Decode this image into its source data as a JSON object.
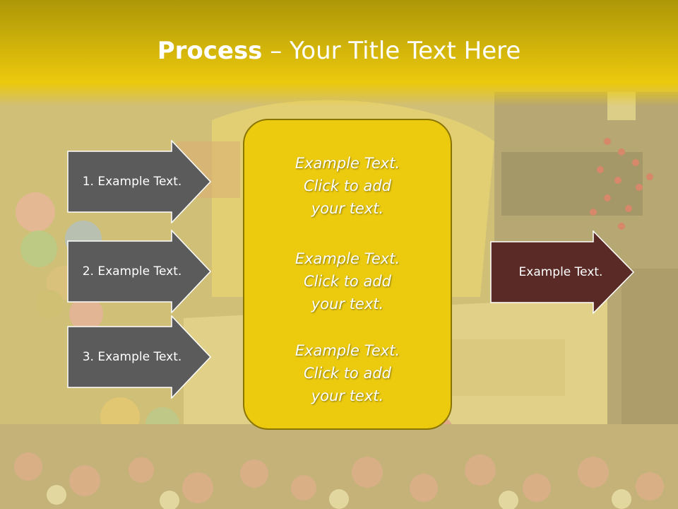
{
  "slide": {
    "title_bold": "Process",
    "title_rest": " – Your Title Text Here"
  },
  "left_arrows": [
    {
      "label": "1. Example Text."
    },
    {
      "label": "2. Example Text."
    },
    {
      "label": "3. Example Text."
    }
  ],
  "center_box": {
    "blocks": [
      {
        "line1": "Example Text.",
        "line2": "Click  to add",
        "line3": "your text."
      },
      {
        "line1": "Example Text.",
        "line2": "Click  to add",
        "line3": "your text."
      },
      {
        "line1": "Example Text.",
        "line2": "Click  to add",
        "line3": "your text."
      }
    ]
  },
  "right_arrow": {
    "label": "Example Text."
  },
  "colors": {
    "arrow_fill": "#5b5b5b",
    "box_fill": "#eccb0f",
    "out_arrow_fill": "#5a2a26",
    "title_band": "#d8b80a"
  }
}
